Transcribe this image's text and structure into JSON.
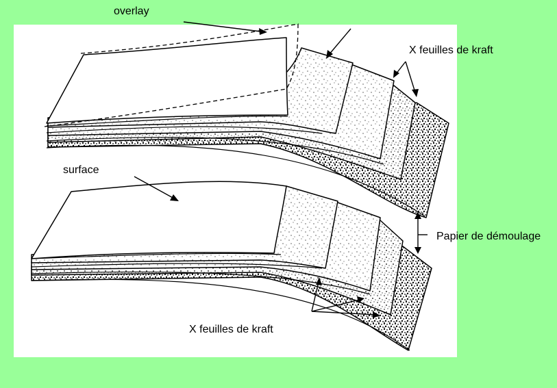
{
  "colors": {
    "background": "#99ff99",
    "panel": "#ffffff",
    "ink": "#000000"
  },
  "labels": {
    "overlay": "overlay",
    "kraft_top": "X feuilles de kraft",
    "surface": "surface",
    "release_paper": "Papier de démoulage",
    "kraft_bottom": "X feuilles de kraft"
  }
}
